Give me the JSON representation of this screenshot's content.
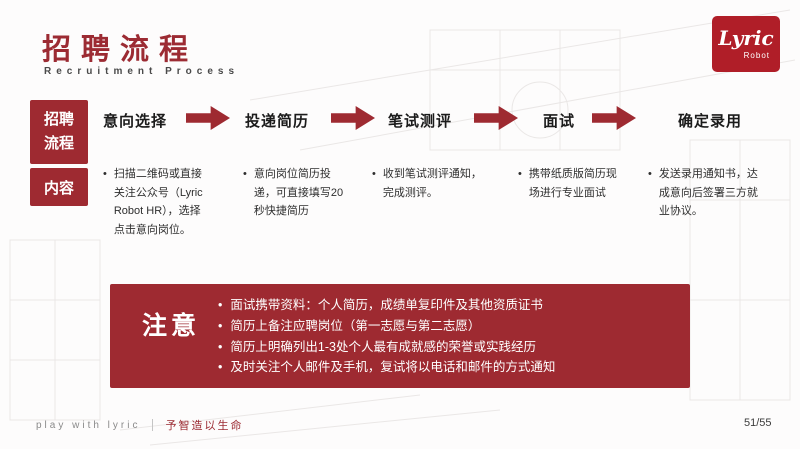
{
  "header": {
    "title": "招聘流程",
    "subtitle": "Recruitment Process"
  },
  "logo": {
    "main": "Lyric",
    "sub": "Robot"
  },
  "row_labels": {
    "process": "招聘流程",
    "content": "内容"
  },
  "steps": [
    {
      "label": "意向选择",
      "detail": "扫描二维码或直接关注公众号（Lyric Robot HR），选择点击意向岗位。"
    },
    {
      "label": "投递简历",
      "detail": "意向岗位简历投递，可直接填写20秒快捷简历"
    },
    {
      "label": "笔试测评",
      "detail": "收到笔试测评通知，完成测评。"
    },
    {
      "label": "面试",
      "detail": "携带纸质版简历现场进行专业面试"
    },
    {
      "label": "确定录用",
      "detail": "发送录用通知书，达成意向后签署三方就业协议。"
    }
  ],
  "notice": {
    "title": "注意",
    "items": [
      "面试携带资料：个人简历，成绩单复印件及其他资质证书",
      "简历上备注应聘岗位（第一志愿与第二志愿）",
      "简历上明确列出1-3处个人最有成就感的荣誉或实践经历",
      "及时关注个人邮件及手机，复试将以电话和邮件的方式通知"
    ]
  },
  "footer": {
    "slogan_en": "play with lyric",
    "slogan_cn": "予智造以生命",
    "page": "51/55"
  },
  "colors": {
    "accent": "#9E2A31",
    "logo_red": "#B01E28",
    "title_red": "#9C2B33",
    "text_dark": "#2e2e2e"
  }
}
